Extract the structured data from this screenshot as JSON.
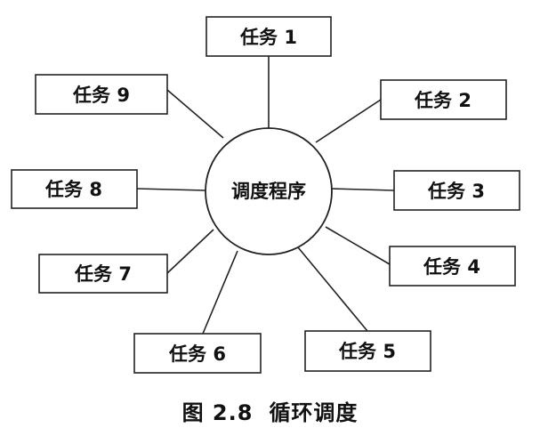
{
  "diagram": {
    "center_label": "调度程序",
    "tasks": [
      {
        "label": "任务 1"
      },
      {
        "label": "任务 2"
      },
      {
        "label": "任务 3"
      },
      {
        "label": "任务 4"
      },
      {
        "label": "任务 5"
      },
      {
        "label": "任务 6"
      },
      {
        "label": "任务 7"
      },
      {
        "label": "任务 8"
      },
      {
        "label": "任务 9"
      }
    ]
  },
  "caption": {
    "number": "图 2.8",
    "title": "循环调度"
  }
}
